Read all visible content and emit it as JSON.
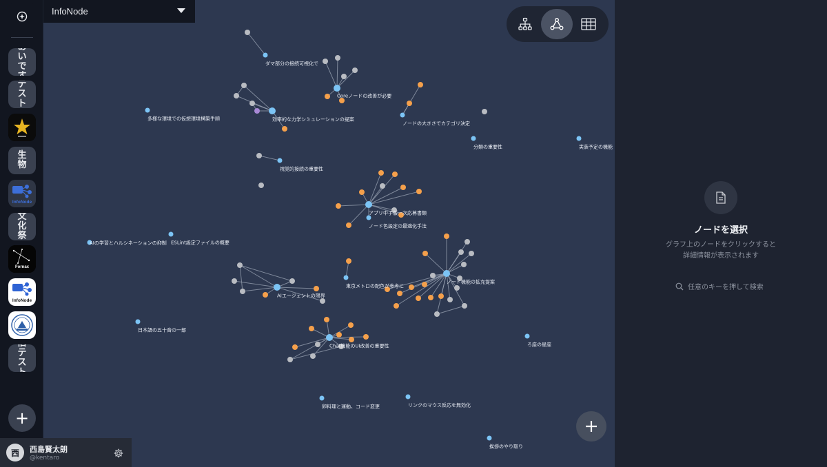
{
  "header": {
    "selected_graph": "InfoNode"
  },
  "rail": {
    "items": [
      {
        "label": "あいです",
        "kind": "text"
      },
      {
        "label": "テスト",
        "kind": "text"
      },
      {
        "label": "生物",
        "kind": "text"
      },
      {
        "label": "InfoNode",
        "kind": "logo"
      },
      {
        "label": "文化祭",
        "kind": "text"
      },
      {
        "label": "Fornax",
        "kind": "logo"
      },
      {
        "label": "InfoNode",
        "kind": "logo"
      },
      {
        "label": "旧テスト",
        "kind": "text"
      }
    ],
    "add_label": "+"
  },
  "view_toggle": {
    "active": "graph",
    "options": [
      "tree",
      "graph",
      "table"
    ]
  },
  "graph": {
    "colors": {
      "primary": "#7cc4f5",
      "orange": "#f5a04b",
      "gray": "#b9bcc2",
      "purple": "#a889d6",
      "edge": "#9aa3b3"
    },
    "labels": [
      {
        "text": "ダマ部分の接続可視化で"
      },
      {
        "text": "Coreノードの改善が必要"
      },
      {
        "text": "多様な環境での仮想環境構築手順"
      },
      {
        "text": "効率的な力学シミュレーションの提案"
      },
      {
        "text": "ノードの大きさでカテゴリ決定"
      },
      {
        "text": "分類の重要性"
      },
      {
        "text": "実装予定の機能"
      },
      {
        "text": "視覚的接続の重要性"
      },
      {
        "text": "アプリ中子版一次応募書類"
      },
      {
        "text": "ノード色設定の最適化手法"
      },
      {
        "text": "AIの学習とハルシネーションの抑制"
      },
      {
        "text": "ESLint設定ファイルの概要"
      },
      {
        "text": "東京メトロの配色が参考に"
      },
      {
        "text": "ノード機能の拡充提案"
      },
      {
        "text": "AIエージェントの限界"
      },
      {
        "text": "日本語の五十音の一部"
      },
      {
        "text": "Chat機能のUI改善の重要性"
      },
      {
        "text": "ろ座の星座"
      },
      {
        "text": "卵料理と運動、コード変更"
      },
      {
        "text": "リンクのマウス反応を無効化"
      },
      {
        "text": "挨拶のやり取り"
      }
    ]
  },
  "fab": {
    "label": "+"
  },
  "user": {
    "avatar_initial": "西",
    "name": "西島賢太朗",
    "handle": "@kentaro"
  },
  "panel": {
    "title": "ノードを選択",
    "desc_line1": "グラフ上のノードをクリックすると",
    "desc_line2": "詳細情報が表示されます",
    "search_hint": "任意のキーを押して検索"
  }
}
